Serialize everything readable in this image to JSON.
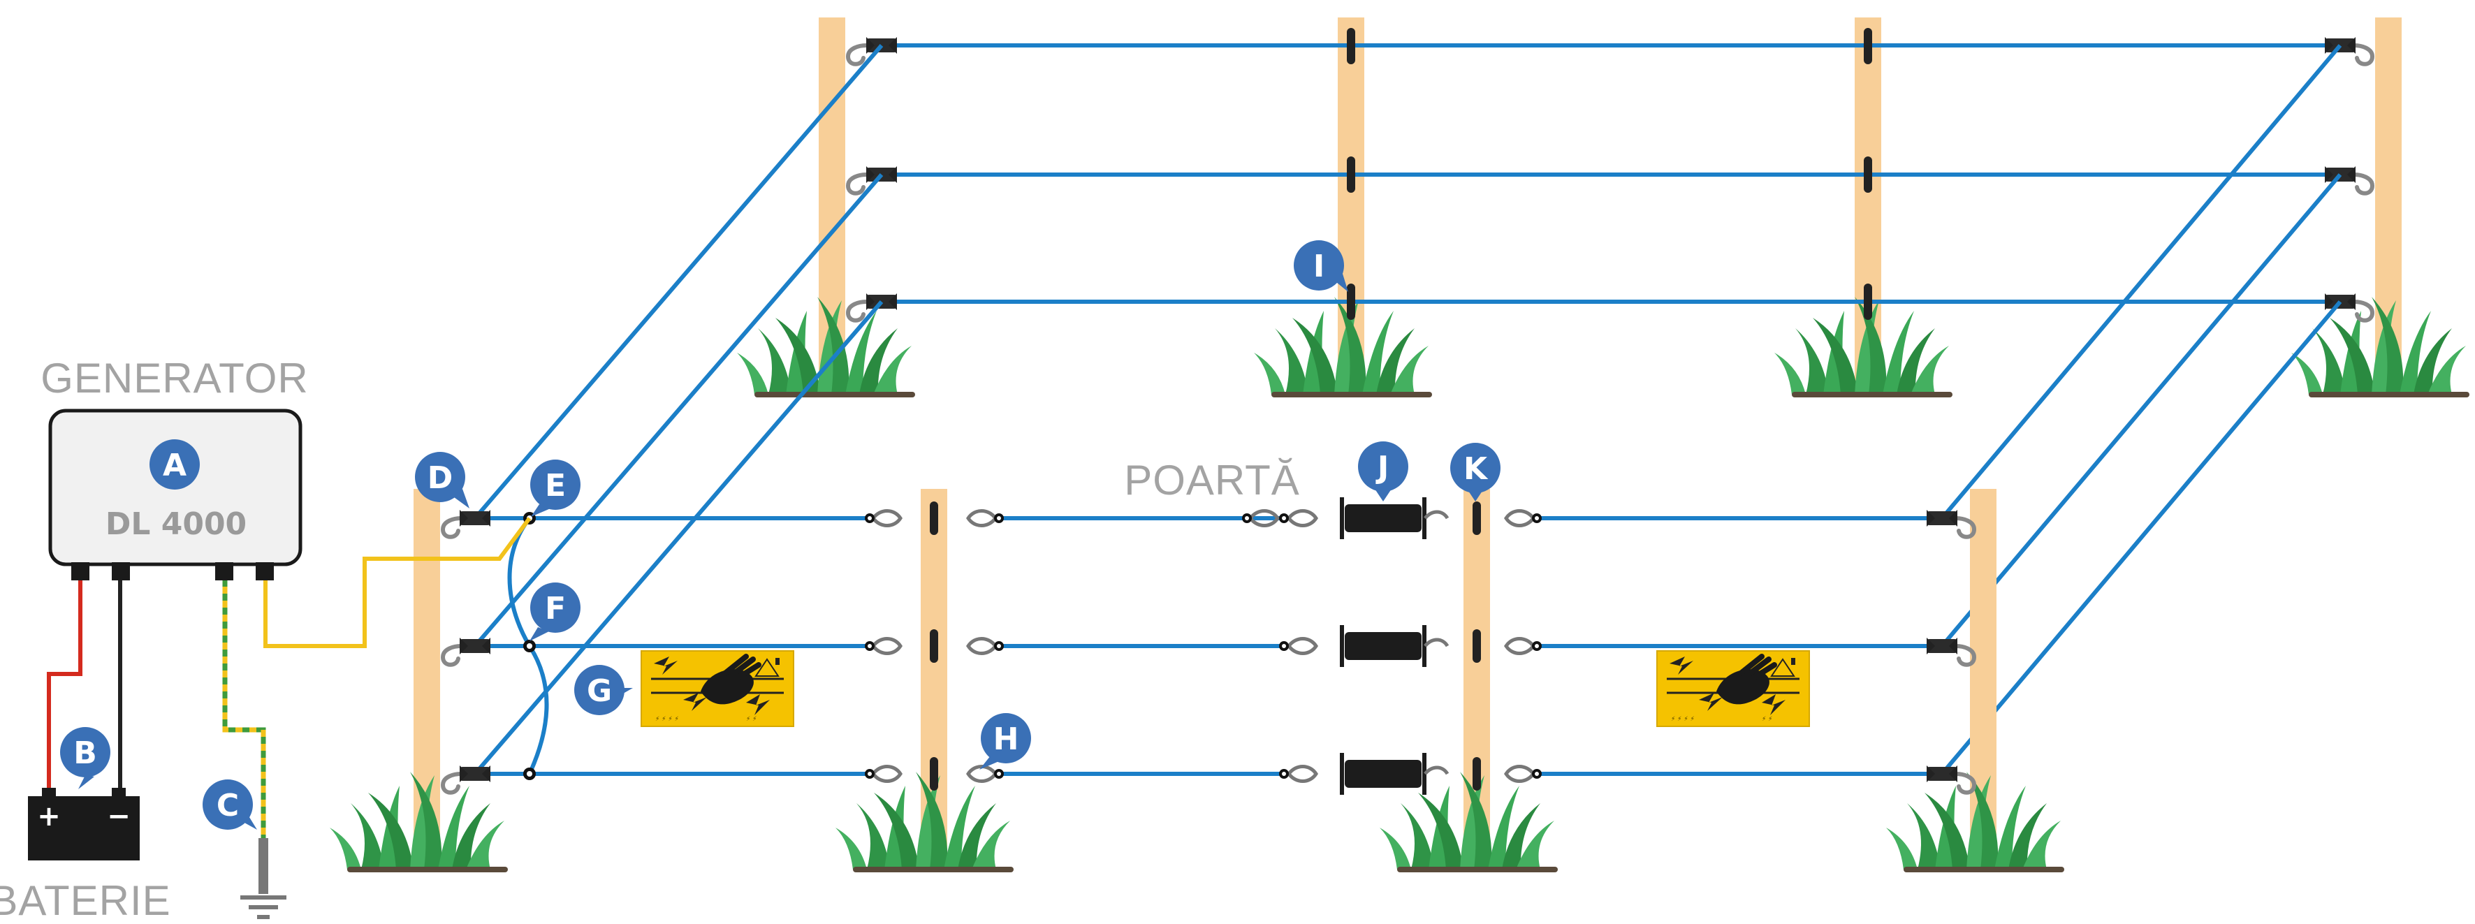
{
  "labels": {
    "generator": "GENERATOR",
    "battery": "BATERIE",
    "gate": "POARTĂ",
    "model": "DL 4000",
    "battery_plus": "+",
    "battery_minus": "−"
  },
  "callouts": [
    "A",
    "B",
    "C",
    "D",
    "E",
    "F",
    "G",
    "H",
    "I",
    "J",
    "K"
  ],
  "colors": {
    "wire": "#1b7fc8",
    "post": "#f8cf98",
    "callout": "#3a70b6",
    "lead_yellow": "#f2c21b",
    "lead_red": "#d42a1e",
    "lead_black": "#222222",
    "ground_green": "#3f9b3b",
    "grass": "#35a350",
    "sign": "#f5c200"
  }
}
